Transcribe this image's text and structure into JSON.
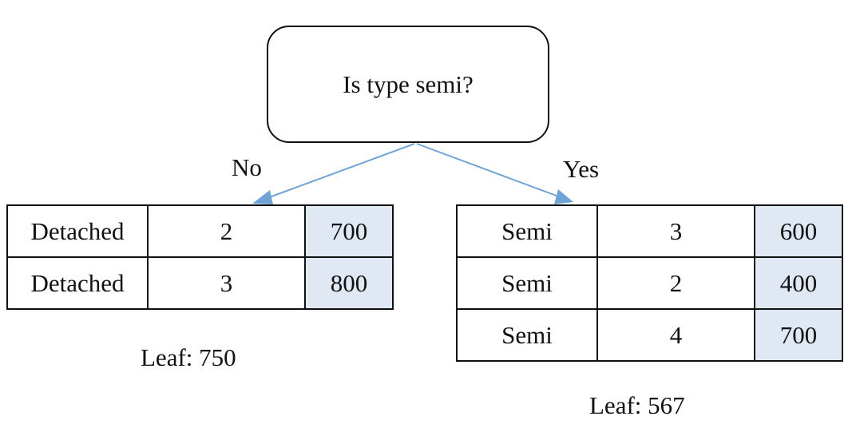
{
  "root": {
    "question": "Is type semi?"
  },
  "branches": {
    "no_label": "No",
    "yes_label": "Yes"
  },
  "left_leaf": {
    "rows": [
      [
        "Detached",
        "2",
        "700"
      ],
      [
        "Detached",
        "3",
        "800"
      ]
    ],
    "leaf_label": "Leaf: 750"
  },
  "right_leaf": {
    "rows": [
      [
        "Semi",
        "3",
        "600"
      ],
      [
        "Semi",
        "2",
        "400"
      ],
      [
        "Semi",
        "4",
        "700"
      ]
    ],
    "leaf_label": "Leaf: 567"
  },
  "colors": {
    "arrow": "#6fa3d6",
    "value_cell": "#dfe8f3",
    "border": "#111111"
  }
}
